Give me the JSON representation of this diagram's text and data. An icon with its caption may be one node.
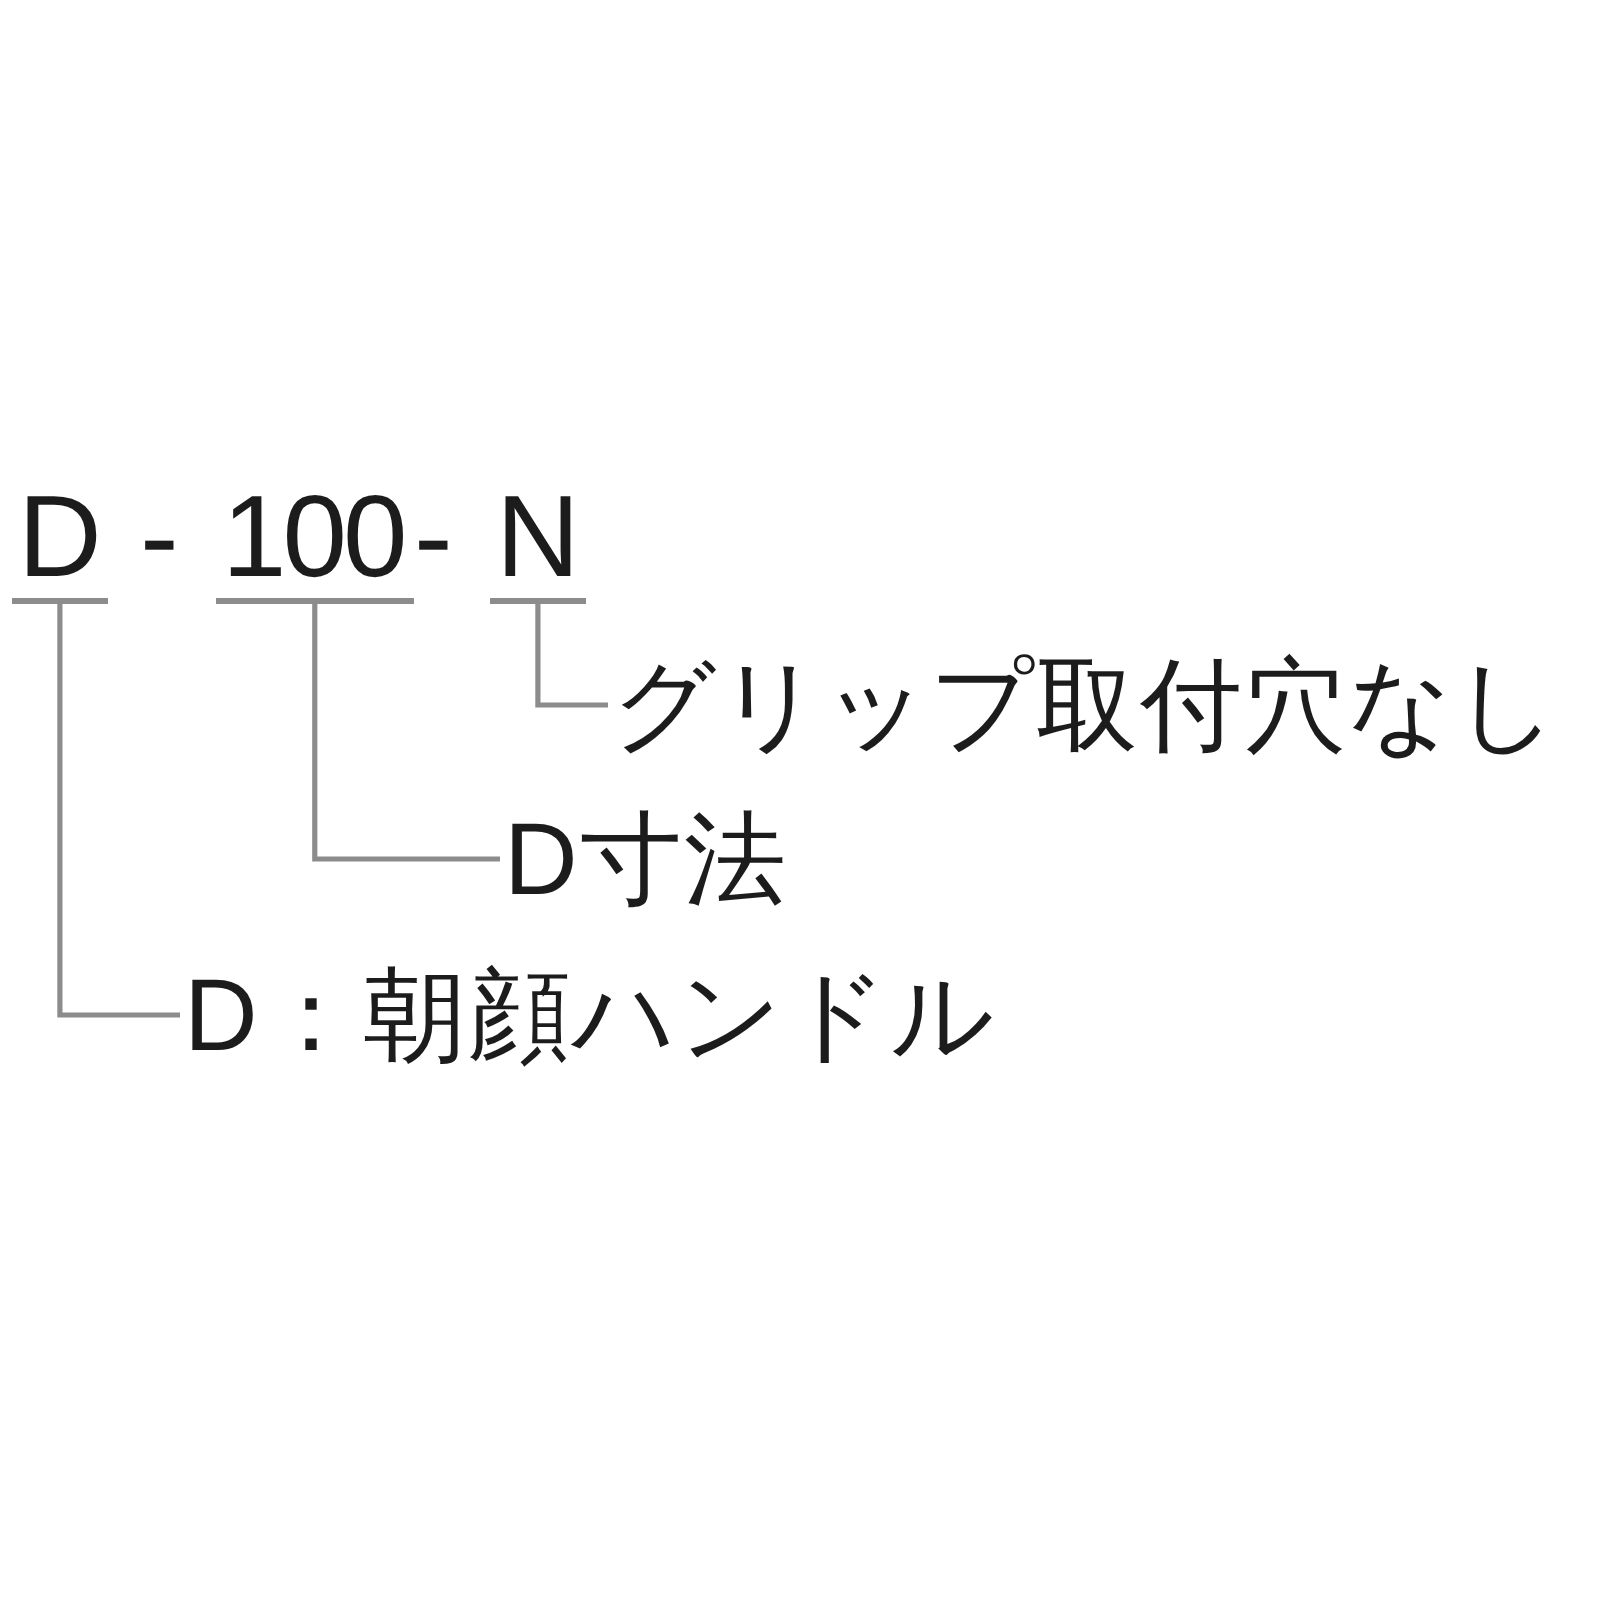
{
  "diagram": {
    "nodes": [
      {
        "text": [
          "D"
        ]
      },
      {
        "text": [
          "100"
        ]
      },
      {
        "text": [
          "N"
        ]
      },
      {
        "text": [
          "グリップ取付穴なし"
        ]
      },
      {
        "text": [
          "D寸法"
        ]
      },
      {
        "text": [
          "D：朝顔ハンドル"
        ]
      }
    ],
    "edges": [
      {
        "from": 2,
        "to": 3,
        "arrow": "none"
      },
      {
        "from": 1,
        "to": 4,
        "arrow": "none"
      },
      {
        "from": 0,
        "to": 5,
        "arrow": "none"
      }
    ],
    "labels": [
      "-",
      "-"
    ]
  }
}
